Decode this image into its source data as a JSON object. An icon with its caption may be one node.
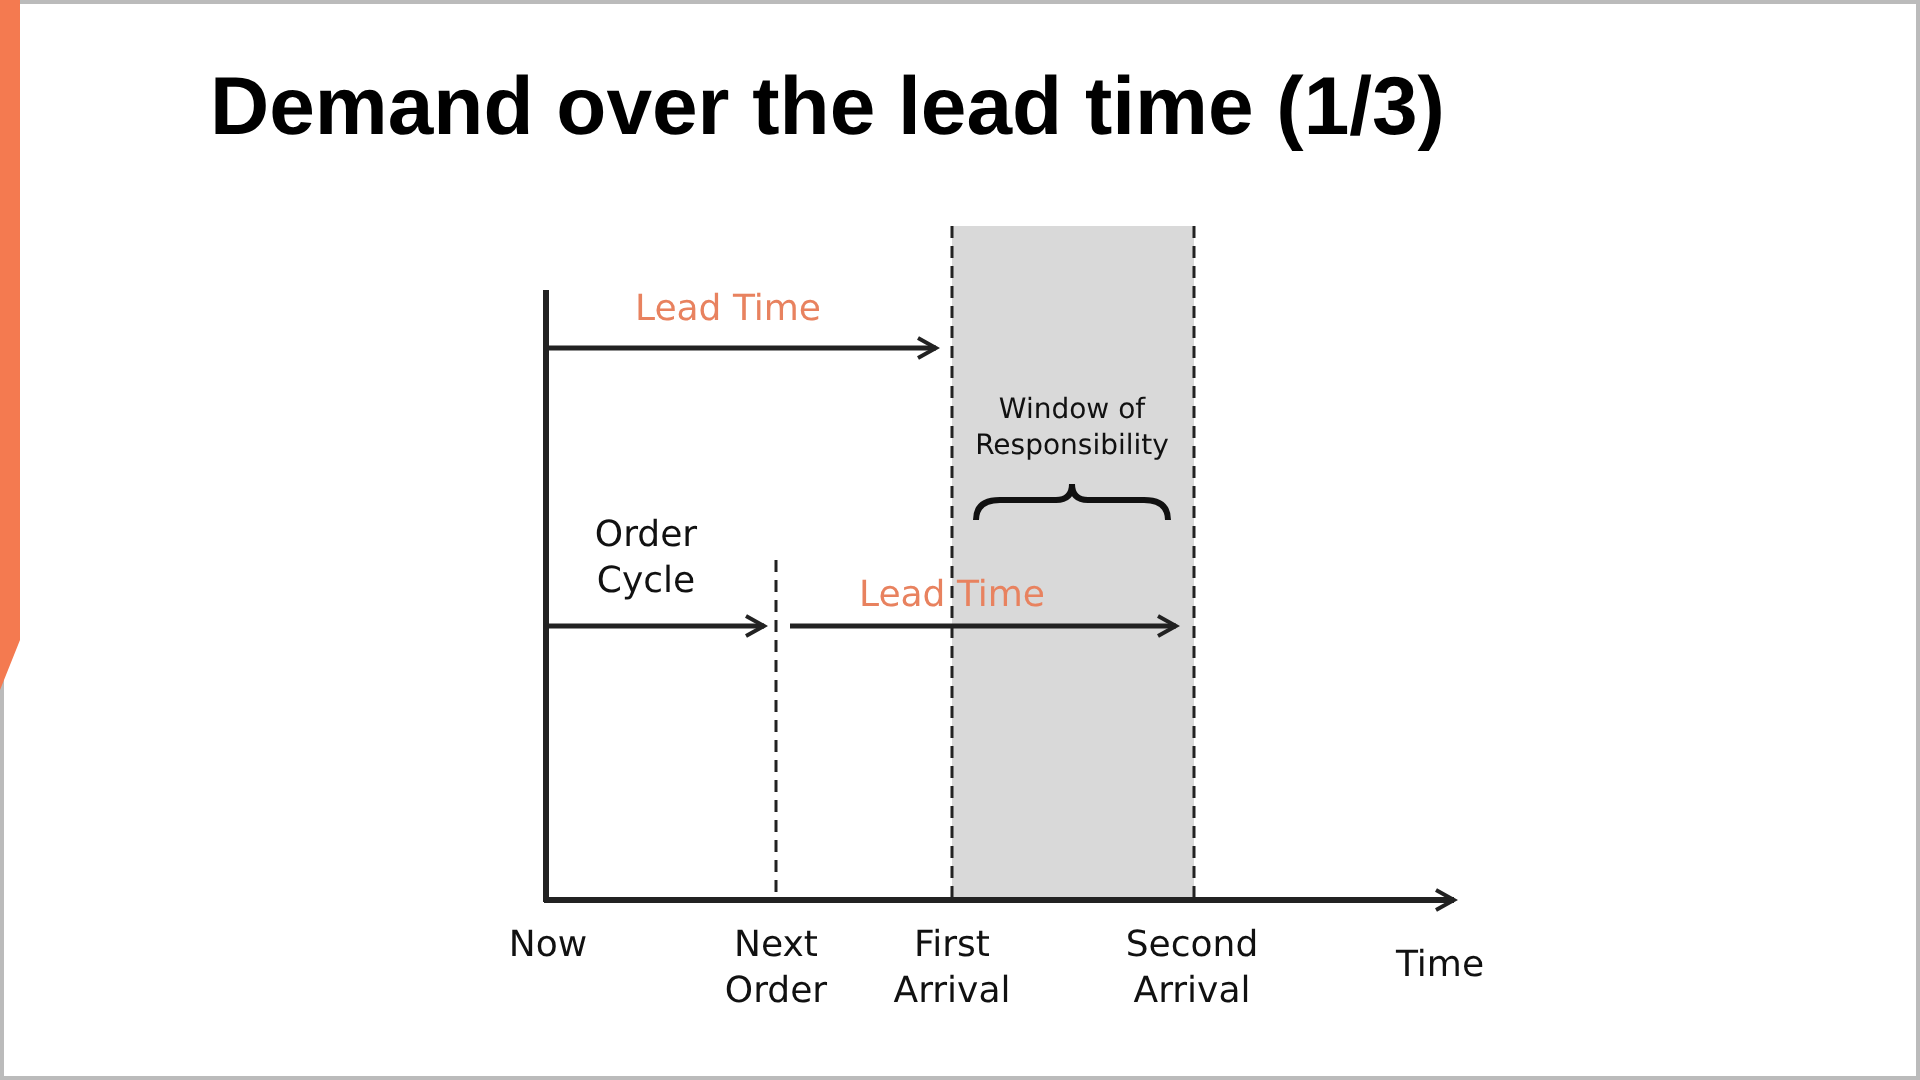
{
  "diagram": {
    "title": "Demand over the lead time (1/3)",
    "labels": [
      "Lead Time",
      "Window of Responsibility",
      "Order Cycle",
      "Lead Time",
      "Now",
      "Next Order",
      "First Arrival",
      "Second Arrival",
      "Time"
    ]
  }
}
